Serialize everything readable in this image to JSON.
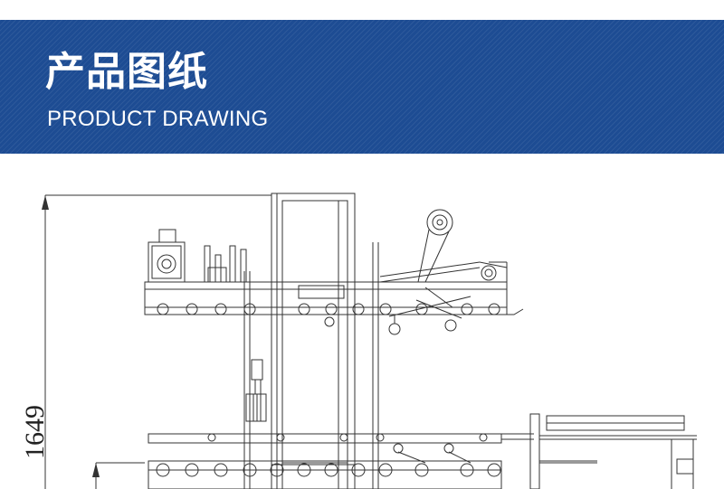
{
  "header": {
    "title_cn": "产品图纸",
    "title_en": "PRODUCT DRAWING"
  },
  "drawing": {
    "dimension_label": "1649"
  },
  "colors": {
    "banner": "#1d4c93",
    "text": "#ffffff",
    "line": "#333333"
  }
}
